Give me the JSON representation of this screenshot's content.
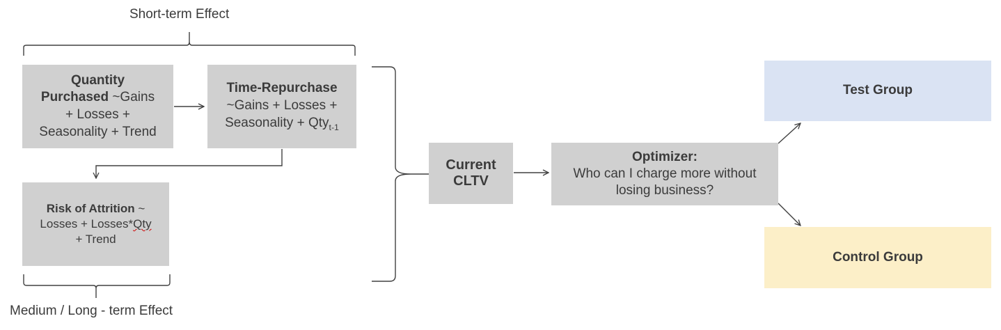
{
  "labels": {
    "short_term": "Short-term Effect",
    "medium_long_term": "Medium / Long - term Effect"
  },
  "boxes": {
    "quantity": {
      "title_line1": "Quantity",
      "title_line2": "Purchased",
      "text_line2": " ~Gains",
      "text_line3": "+ Losses +",
      "text_line4": "Seasonality + Trend"
    },
    "time_repurchase": {
      "title": "Time-Repurchase",
      "line2": "~Gains + Losses +",
      "line3_main": "Seasonality + Qty",
      "line3_sub": "t-1"
    },
    "attrition": {
      "title": "Risk of Attrition",
      "title_suffix": " ~",
      "line2_a": "Losses + Losses*",
      "line2_b": "Qty",
      "line3": "+ Trend"
    },
    "cltv": {
      "line1": "Current",
      "line2": "CLTV"
    },
    "optimizer": {
      "title": "Optimizer:",
      "line2": "Who can I charge more without",
      "line3": "losing business?"
    },
    "test_group": {
      "label": "Test Group",
      "color": "#dae3f3"
    },
    "control_group": {
      "label": "Control Group",
      "color": "#fcefc8"
    }
  },
  "colors": {
    "box_gray": "#d0d0d0",
    "text": "#3b3b3b",
    "line": "#404040"
  }
}
